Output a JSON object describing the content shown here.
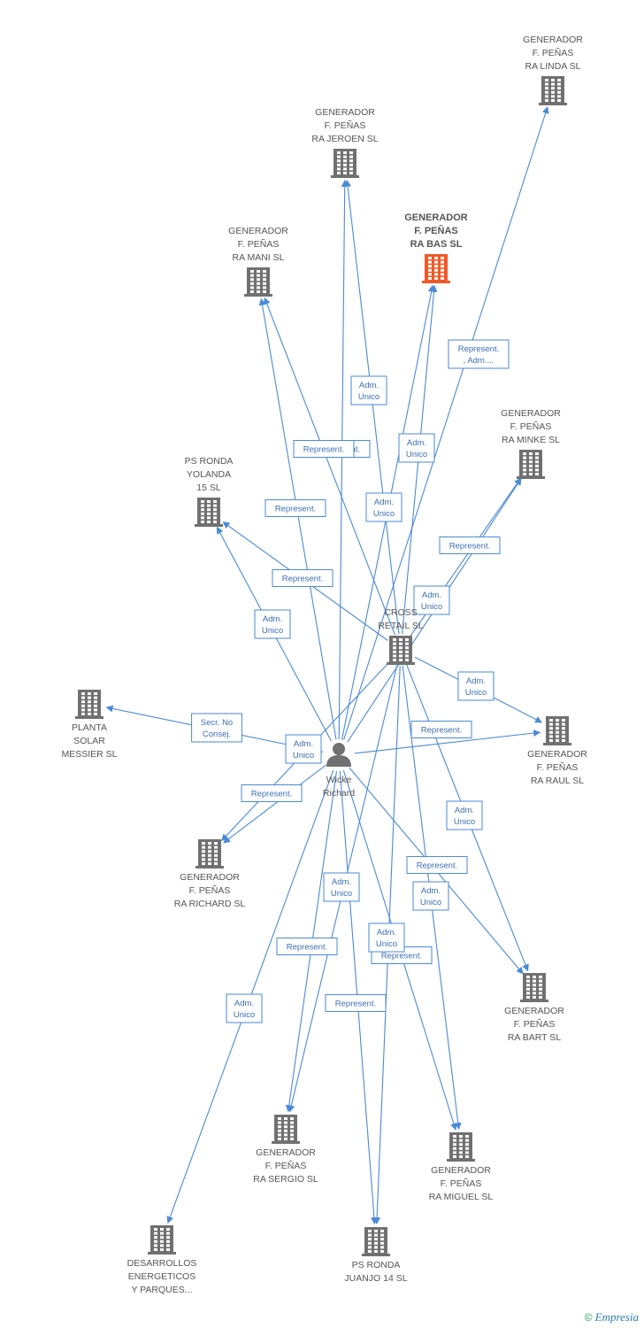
{
  "colors": {
    "edge": "#4a8ad6",
    "building": "#707070",
    "highlight": "#f05a28",
    "person": "#707070"
  },
  "nodes": [
    {
      "id": "linda",
      "type": "company",
      "label": [
        "GENERADOR",
        "F. PEÑAS",
        "RA LINDA SL"
      ]
    },
    {
      "id": "jeroen",
      "type": "company",
      "label": [
        "GENERADOR",
        "F. PEÑAS",
        "RA JEROEN SL"
      ]
    },
    {
      "id": "bas",
      "type": "company",
      "highlight": true,
      "label": [
        "GENERADOR",
        "F. PEÑAS",
        "RA BAS SL"
      ]
    },
    {
      "id": "mani",
      "type": "company",
      "label": [
        "GENERADOR",
        "F. PEÑAS",
        "RA MANI SL"
      ]
    },
    {
      "id": "minke",
      "type": "company",
      "label": [
        "GENERADOR",
        "F. PEÑAS",
        "RA MINKE SL"
      ]
    },
    {
      "id": "yolanda",
      "type": "company",
      "label": [
        "PS RONDA",
        "YOLANDA",
        "15 SL"
      ]
    },
    {
      "id": "cross",
      "type": "company",
      "label": [
        "CROSS",
        "RETAIL SL"
      ]
    },
    {
      "id": "planta",
      "type": "company",
      "label": [
        "PLANTA",
        "SOLAR",
        "MESSIER SL"
      ]
    },
    {
      "id": "raul",
      "type": "company",
      "label": [
        "GENERADOR",
        "F. PEÑAS",
        "RA RAUL SL"
      ]
    },
    {
      "id": "wicke",
      "type": "person",
      "label": [
        "Wicke",
        "Richard"
      ]
    },
    {
      "id": "richard",
      "type": "company",
      "label": [
        "GENERADOR",
        "F. PEÑAS",
        "RA RICHARD SL"
      ]
    },
    {
      "id": "bart",
      "type": "company",
      "label": [
        "GENERADOR",
        "F. PEÑAS",
        "RA BART SL"
      ]
    },
    {
      "id": "sergio",
      "type": "company",
      "label": [
        "GENERADOR",
        "F. PEÑAS",
        "RA SERGIO SL"
      ]
    },
    {
      "id": "miguel",
      "type": "company",
      "label": [
        "GENERADOR",
        "F. PEÑAS",
        "RA MIGUEL SL"
      ]
    },
    {
      "id": "desarrollos",
      "type": "company",
      "label": [
        "DESARROLLOS",
        "ENERGETICOS",
        "Y PARQUES..."
      ]
    },
    {
      "id": "juanjo",
      "type": "company",
      "label": [
        "PS RONDA",
        "JUANJO 14 SL"
      ]
    }
  ],
  "edges": [
    {
      "from": "wicke",
      "to": "linda",
      "label": [
        "Represent.",
        ", Adm...."
      ]
    },
    {
      "from": "wicke",
      "to": "jeroen",
      "label": [
        "Adm.",
        "Unico"
      ]
    },
    {
      "from": "cross",
      "to": "jeroen",
      "label": [
        "Represent."
      ]
    },
    {
      "from": "wicke",
      "to": "bas",
      "label": [
        "Adm.",
        "Unico"
      ]
    },
    {
      "from": "cross",
      "to": "bas",
      "label": [
        "Represent."
      ]
    },
    {
      "from": "wicke",
      "to": "mani",
      "label": [
        "Represent."
      ]
    },
    {
      "from": "cross",
      "to": "mani",
      "label": [
        "Adm.",
        "Unico"
      ]
    },
    {
      "from": "wicke",
      "to": "minke",
      "label": [
        "Represent."
      ]
    },
    {
      "from": "cross",
      "to": "minke",
      "label": [
        "Adm.",
        "Unico"
      ]
    },
    {
      "from": "wicke",
      "to": "yolanda",
      "label": [
        "Represent."
      ]
    },
    {
      "from": "cross",
      "to": "yolanda",
      "label": [
        "Adm.",
        "Unico"
      ]
    },
    {
      "from": "wicke",
      "to": "planta",
      "label": [
        "Secr. No",
        "Consej."
      ]
    },
    {
      "from": "wicke",
      "to": "raul",
      "label": [
        "Represent."
      ]
    },
    {
      "from": "cross",
      "to": "raul",
      "label": [
        "Adm.",
        "Unico"
      ]
    },
    {
      "from": "wicke",
      "to": "richard",
      "label": [
        "Represent."
      ]
    },
    {
      "from": "cross",
      "to": "richard",
      "label": [
        "Adm.",
        "Unico"
      ]
    },
    {
      "from": "wicke",
      "to": "bart",
      "label": [
        "Represent."
      ]
    },
    {
      "from": "cross",
      "to": "bart",
      "label": [
        "Adm.",
        "Unico"
      ]
    },
    {
      "from": "wicke",
      "to": "sergio",
      "label": [
        "Represent."
      ]
    },
    {
      "from": "cross",
      "to": "sergio",
      "label": [
        "Adm.",
        "Unico"
      ]
    },
    {
      "from": "wicke",
      "to": "miguel",
      "label": [
        "Represent."
      ]
    },
    {
      "from": "cross",
      "to": "miguel",
      "label": [
        "Adm.",
        "Unico"
      ]
    },
    {
      "from": "wicke",
      "to": "desarrollos",
      "label": [
        "Adm.",
        "Unico"
      ]
    },
    {
      "from": "wicke",
      "to": "juanjo",
      "label": [
        "Represent."
      ]
    },
    {
      "from": "cross",
      "to": "juanjo",
      "label": [
        "Adm.",
        "Unico"
      ]
    }
  ],
  "footer": {
    "copyright": "©",
    "brand": "Empresia"
  }
}
